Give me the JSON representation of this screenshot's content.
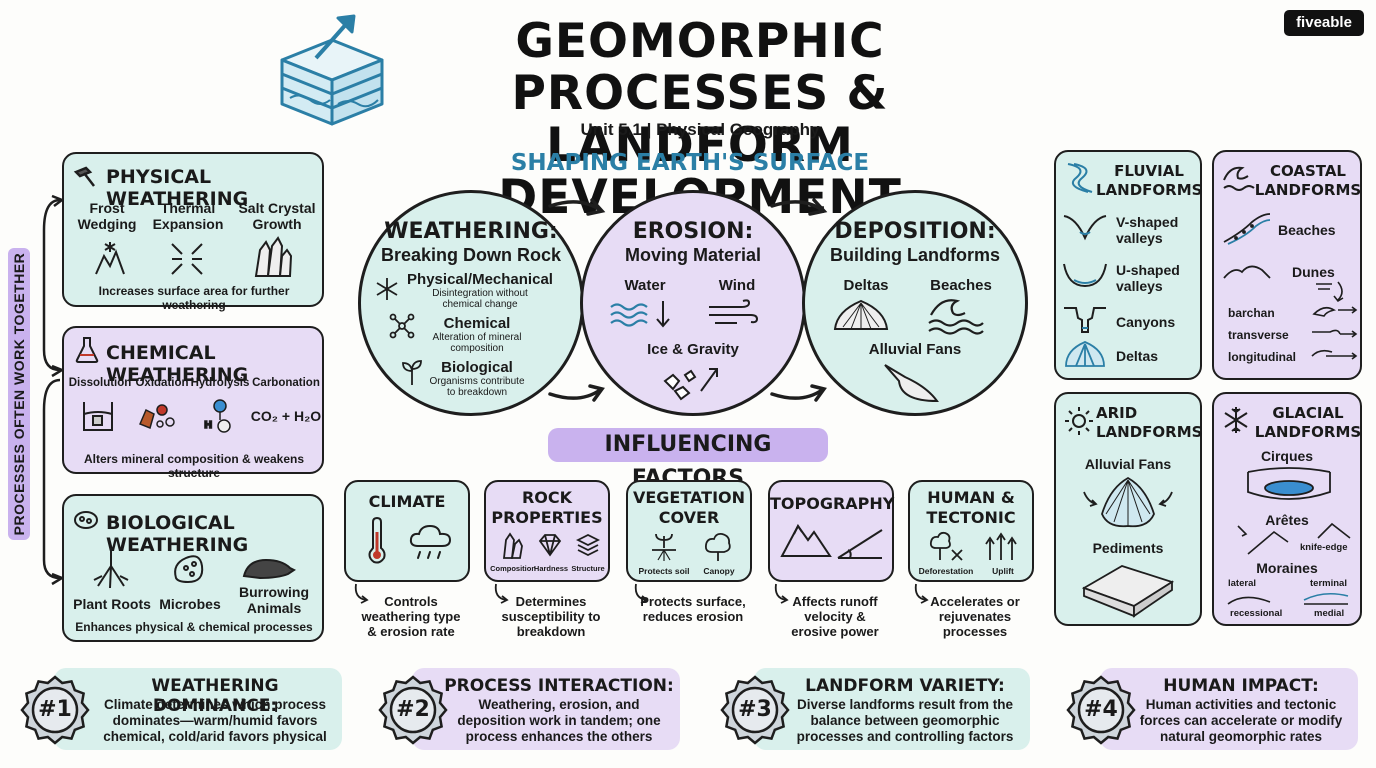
{
  "header": {
    "title_line1": "GEOMORPHIC PROCESSES &",
    "title_line2": "LANDFORM DEVELOPMENT",
    "subtitle": "Unit 5.1 | Physical Geography",
    "brand": "fiveable"
  },
  "side_label": "PROCESSES OFTEN WORK TOGETHER",
  "weathering_types": [
    {
      "title": "PHYSICAL WEATHERING",
      "icon": "hammer-icon",
      "items": [
        "Frost\nWedging",
        "Thermal\nExpansion",
        "Salt Crystal\nGrowth"
      ],
      "footer": "Increases surface area for further weathering"
    },
    {
      "title": "CHEMICAL WEATHERING",
      "icon": "flask-icon",
      "items": [
        "Dissolution",
        "Oxidation",
        "Hydrolysis",
        "Carbonation"
      ],
      "formula": "CO₂ + H₂O",
      "footer": "Alters mineral composition & weakens structure"
    },
    {
      "title": "BIOLOGICAL WEATHERING",
      "icon": "microbe-icon",
      "items": [
        "Plant Roots",
        "Microbes",
        "Burrowing\nAnimals"
      ],
      "footer": "Enhances physical & chemical processes"
    }
  ],
  "center": {
    "heading": "SHAPING EARTH'S SURFACE",
    "weathering": {
      "title": "WEATHERING:",
      "subtitle": "Breaking Down Rock",
      "items": [
        {
          "name": "Physical/Mechanical",
          "desc": "Disintegration without\nchemical change"
        },
        {
          "name": "Chemical",
          "desc": "Alteration of mineral\ncomposition"
        },
        {
          "name": "Biological",
          "desc": "Organisms contribute\nto breakdown"
        }
      ]
    },
    "erosion": {
      "title": "EROSION:",
      "subtitle": "Moving Material",
      "agents": [
        "Water",
        "Wind",
        "Ice & Gravity"
      ]
    },
    "deposition": {
      "title": "DEPOSITION:",
      "subtitle": "Building Landforms",
      "items": [
        "Deltas",
        "Beaches",
        "Alluvial Fans"
      ]
    }
  },
  "factors": {
    "heading": "INFLUENCING FACTORS",
    "items": [
      {
        "title": "CLIMATE",
        "icons": [],
        "note": "Controls\nweathering type\n& erosion rate"
      },
      {
        "title": "ROCK\nPROPERTIES",
        "icons": [
          "Composition",
          "Hardness",
          "Structure"
        ],
        "note": "Determines\nsusceptibility to\nbreakdown"
      },
      {
        "title": "VEGETATION\nCOVER",
        "icons": [
          "Protects soil",
          "Canopy"
        ],
        "note": "Protects surface,\nreduces erosion"
      },
      {
        "title": "TOPOGRAPHY",
        "icons": [],
        "note": "Affects runoff\nvelocity &\nerosive power"
      },
      {
        "title": "HUMAN &\nTECTONIC",
        "icons": [
          "Deforestation",
          "Uplift"
        ],
        "note": "Accelerates or\nrejuvenates\nprocesses"
      }
    ]
  },
  "landforms": {
    "fluvial": {
      "title": "FLUVIAL\nLANDFORMS",
      "items": [
        "V-shaped\nvalleys",
        "U-shaped\nvalleys",
        "Canyons",
        "Deltas"
      ]
    },
    "coastal": {
      "title": "COASTAL\nLANDFORMS",
      "items": [
        "Beaches",
        "Dunes"
      ],
      "dune_types": [
        "barchan",
        "transverse",
        "longitudinal"
      ]
    },
    "arid": {
      "title": "ARID\nLANDFORMS",
      "items": [
        "Alluvial Fans",
        "Pediments"
      ]
    },
    "glacial": {
      "title": "GLACIAL\nLANDFORMS",
      "items": [
        "Cirques",
        "Arêtes",
        "Moraines"
      ],
      "arete_note": "knife-edge",
      "moraine_types": [
        "lateral",
        "terminal",
        "recessional",
        "medial"
      ]
    }
  },
  "insights": [
    {
      "badge": "#1",
      "title": "WEATHERING DOMINANCE:",
      "text": "Climate determines which process\ndominates—warm/humid favors\nchemical, cold/arid favors physical"
    },
    {
      "badge": "#2",
      "title": "PROCESS INTERACTION:",
      "text": "Weathering, erosion, and\ndeposition work in tandem; one\nprocess enhances the others"
    },
    {
      "badge": "#3",
      "title": "LANDFORM VARIETY:",
      "text": "Diverse landforms result from the\nbalance between geomorphic\nprocesses and controlling factors"
    },
    {
      "badge": "#4",
      "title": "HUMAN IMPACT:",
      "text": "Human activities and tectonic\nforces can accelerate or modify\nnatural geomorphic rates"
    }
  ],
  "colors": {
    "mint": "#d9f0ec",
    "lavender": "#e7dcf5",
    "accent_blue": "#2b7fa6",
    "purple_pill": "#c9b2ee",
    "side_bar": "#c9b2ee"
  }
}
